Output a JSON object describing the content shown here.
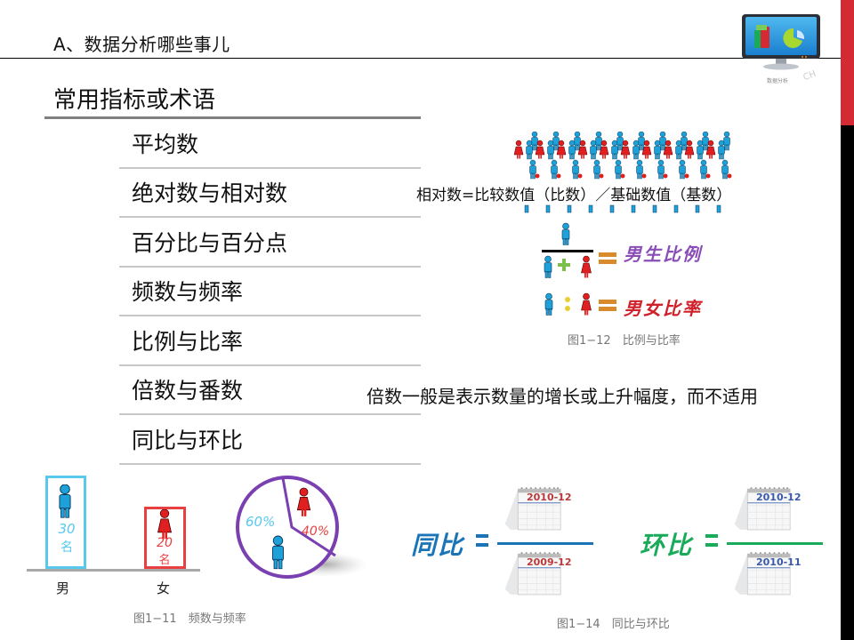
{
  "slide": {
    "title": "A、数据分析哪些事儿",
    "section_heading": "常用指标或术语"
  },
  "logo": {
    "caption": "数据分析",
    "watermark": "CH"
  },
  "colors": {
    "accent_red": "#d42a33",
    "male_blue": "#1ea0d8",
    "female_red": "#e02020",
    "pie_purple": "#7a3fb0",
    "yoy_blue": "#1a74b8",
    "mom_green": "#1aab5a",
    "ratio_purple": "#8a4db8",
    "ratio_red": "#d0202a",
    "equals_orange": "#d98a2a"
  },
  "terms": [
    "平均数",
    "绝对数与相对数",
    "百分比与百分点",
    "频数与频率",
    "比例与比率",
    "倍数与番数",
    "同比与环比"
  ],
  "notes": {
    "relative_formula": "相对数=比较数值（比数）／基础数值（基数）",
    "multiple_note": "倍数一般是表示数量的增长或上升幅度，而不适用"
  },
  "figure_1_12": {
    "caption": "图1−12　比例与比率",
    "boy_ratio_label": "男生比例",
    "gender_ratio_label": "男女比率"
  },
  "figure_1_11": {
    "caption": "图1−11　频数与频率",
    "male_label": "男",
    "female_label": "女",
    "male_count": "30",
    "male_unit": "名",
    "female_count": "20",
    "female_unit": "名",
    "male_pct": "60%",
    "female_pct": "40%"
  },
  "figure_1_14": {
    "caption": "图1−14　同比与环比",
    "yoy_label": "同比",
    "mom_label": "环比",
    "yoy_numerator": "2010-12",
    "yoy_denominator": "2009-12",
    "mom_numerator": "2010-12",
    "mom_denominator": "2010-11"
  },
  "chart_data": {
    "type": "pie",
    "title": "频数与频率",
    "categories": [
      "男",
      "女"
    ],
    "values": [
      60,
      40
    ],
    "counts": [
      30,
      20
    ],
    "unit": "%"
  }
}
